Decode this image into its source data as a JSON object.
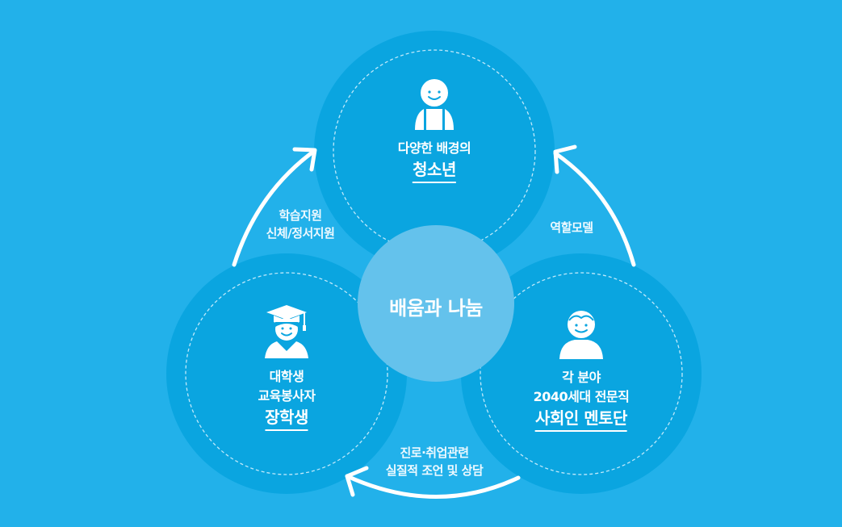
{
  "colors": {
    "background": "#22b1ea",
    "node_fill": "#0aa5e0",
    "center_fill": "#64c2ec",
    "text": "#ffffff",
    "dashed_ring": "#bfe9fb"
  },
  "center": {
    "label": "배움과 나눔"
  },
  "nodes": {
    "top": {
      "icon": "child-icon",
      "subtitle_lines": [
        "다양한 배경의"
      ],
      "title": "청소년"
    },
    "left": {
      "icon": "graduate-student-icon",
      "subtitle_lines": [
        "대학생",
        "교육봉사자"
      ],
      "title": "장학생"
    },
    "right": {
      "icon": "adult-mentor-icon",
      "subtitle_lines": [
        "각 분야",
        "2040세대 전문직"
      ],
      "title": "사회인 멘토단"
    }
  },
  "arrows": {
    "left_to_top": {
      "lines": [
        "학습지원",
        "신체/정서지원"
      ]
    },
    "right_to_top": {
      "lines": [
        "역할모델"
      ]
    },
    "right_to_left": {
      "lines": [
        "진로·취업관련",
        "실질적 조언 및 상담"
      ]
    }
  }
}
